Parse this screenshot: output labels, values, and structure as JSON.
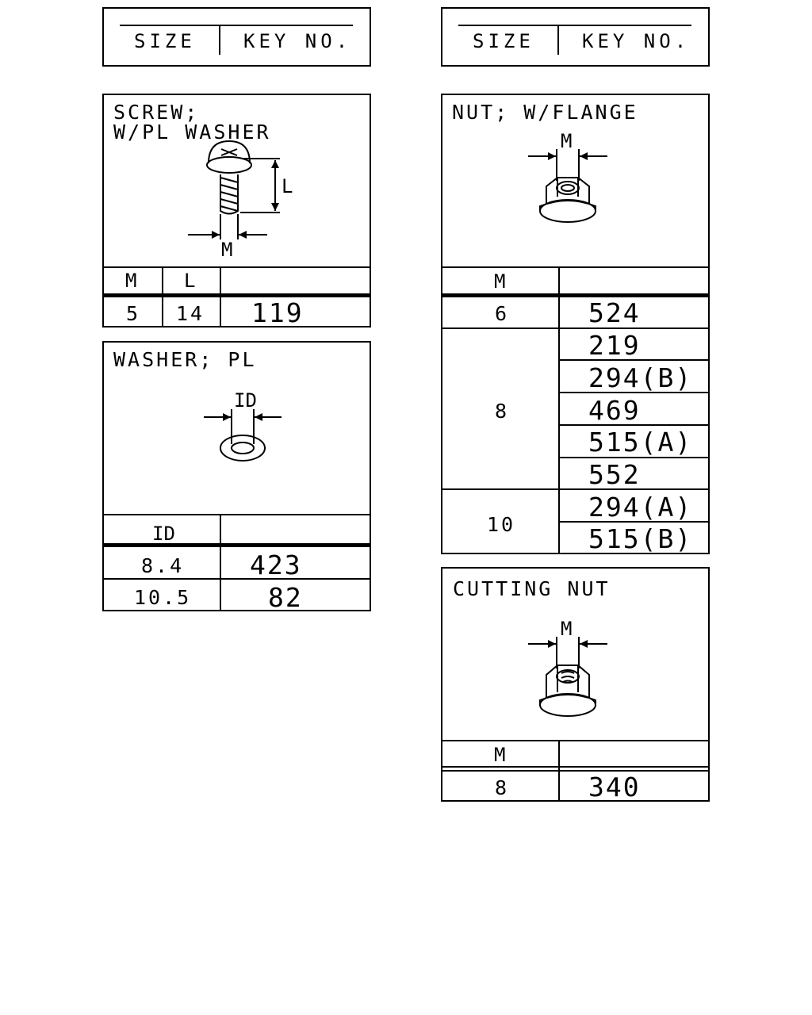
{
  "header_left": {
    "size_label": "SIZE",
    "key_label": "KEY NO."
  },
  "header_right": {
    "size_label": "SIZE",
    "key_label": "KEY NO."
  },
  "screw": {
    "title_line1": "SCREW;",
    "title_line2": "W/PL WASHER",
    "dim_l": "L",
    "dim_m": "M",
    "col_m": "M",
    "col_l": "L",
    "rows": [
      {
        "m": "5",
        "l": "14",
        "key": "119"
      }
    ]
  },
  "washer": {
    "title": "WASHER; PL",
    "dim_id": "ID",
    "col_id": "ID",
    "rows": [
      {
        "id": "8.4",
        "key": "423"
      },
      {
        "id": "10.5",
        "key": "82"
      }
    ]
  },
  "nut_flange": {
    "title": "NUT; W/FLANGE",
    "dim_m": "M",
    "col_m": "M",
    "groups": [
      {
        "m": "6",
        "keys": [
          "524"
        ]
      },
      {
        "m": "8",
        "keys": [
          "219",
          "294(B)",
          "469",
          "515(A)",
          "552"
        ]
      },
      {
        "m": "10",
        "keys": [
          "294(A)",
          "515(B)"
        ]
      }
    ]
  },
  "cutting_nut": {
    "title": "CUTTING NUT",
    "dim_m": "M",
    "col_m": "M",
    "rows": [
      {
        "m": "8",
        "key": "340"
      }
    ]
  }
}
